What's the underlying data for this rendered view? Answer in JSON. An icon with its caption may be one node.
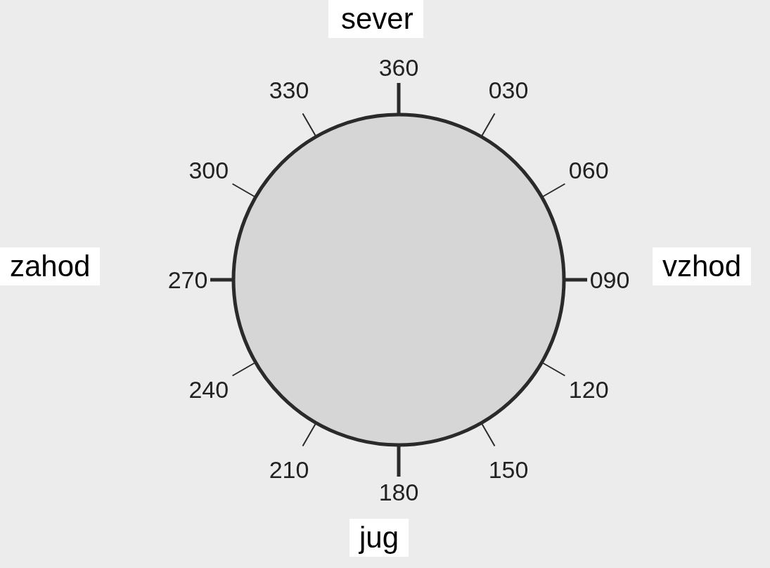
{
  "diagram": {
    "nodes": [
      {
        "text": [],
        "shape": "circle"
      }
    ],
    "labels": [
      "sever",
      "360",
      "330",
      "030",
      "300",
      "060",
      "zahod",
      "270",
      "090",
      "vzhod",
      "240",
      "120",
      "210",
      "150",
      "180",
      "jug"
    ]
  }
}
